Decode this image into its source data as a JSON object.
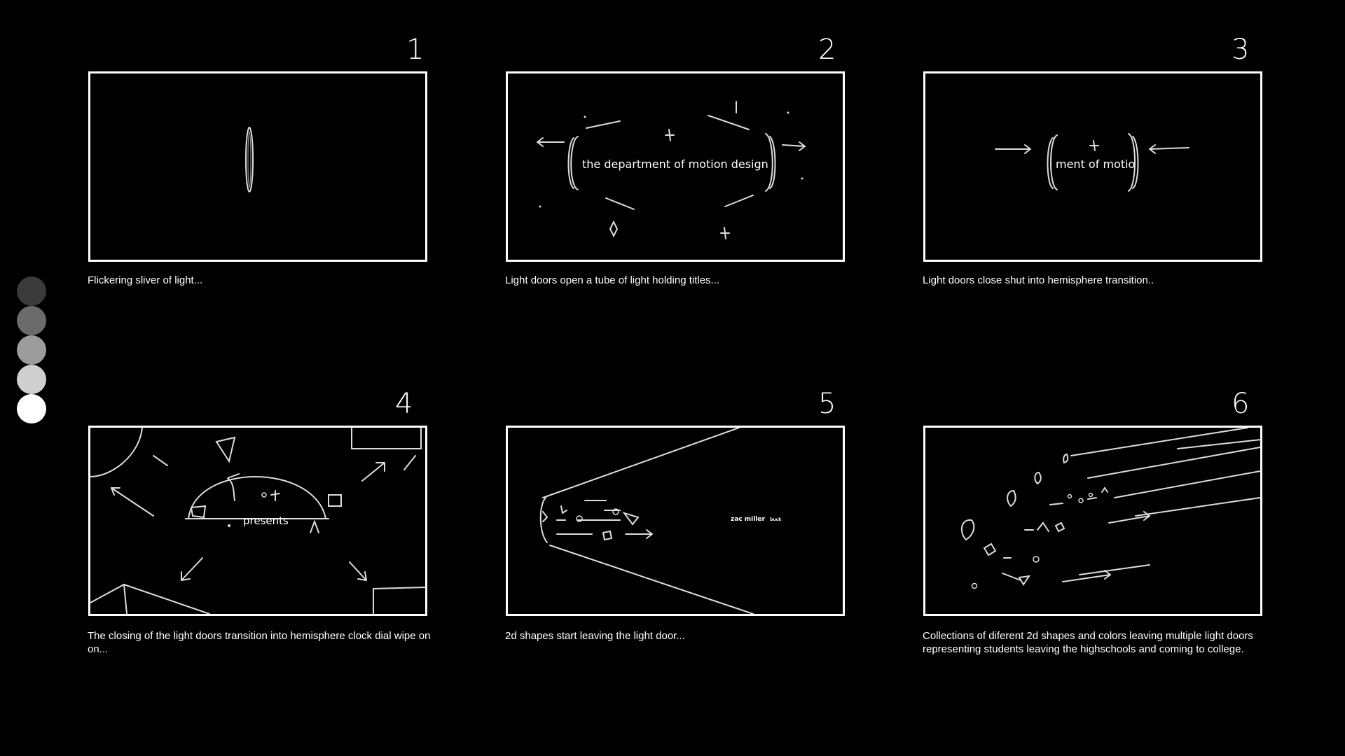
{
  "swatches": [
    "#3a3a3a",
    "#6b6b6b",
    "#9c9c9c",
    "#cfcfcf",
    "#ffffff"
  ],
  "frames": [
    {
      "number": "1",
      "caption": "Flickering sliver of light...",
      "screen_text": ""
    },
    {
      "number": "2",
      "caption": "Light doors open a tube of light holding titles...",
      "screen_text": "the department of motion design"
    },
    {
      "number": "3",
      "caption": "Light doors close shut into hemisphere transition..",
      "screen_text": "ment of motio"
    },
    {
      "number": "4",
      "caption": "The closing of the light doors transition into hemisphere clock dial wipe on on...",
      "screen_text": "presents"
    },
    {
      "number": "5",
      "caption": "2d shapes start leaving the light door...",
      "screen_text": "zac miller",
      "screen_subtext": "buck"
    },
    {
      "number": "6",
      "caption": "Collections of diferent 2d shapes and colors leaving multiple light doors representing students leaving the highschools and coming to college.",
      "screen_text": ""
    }
  ]
}
